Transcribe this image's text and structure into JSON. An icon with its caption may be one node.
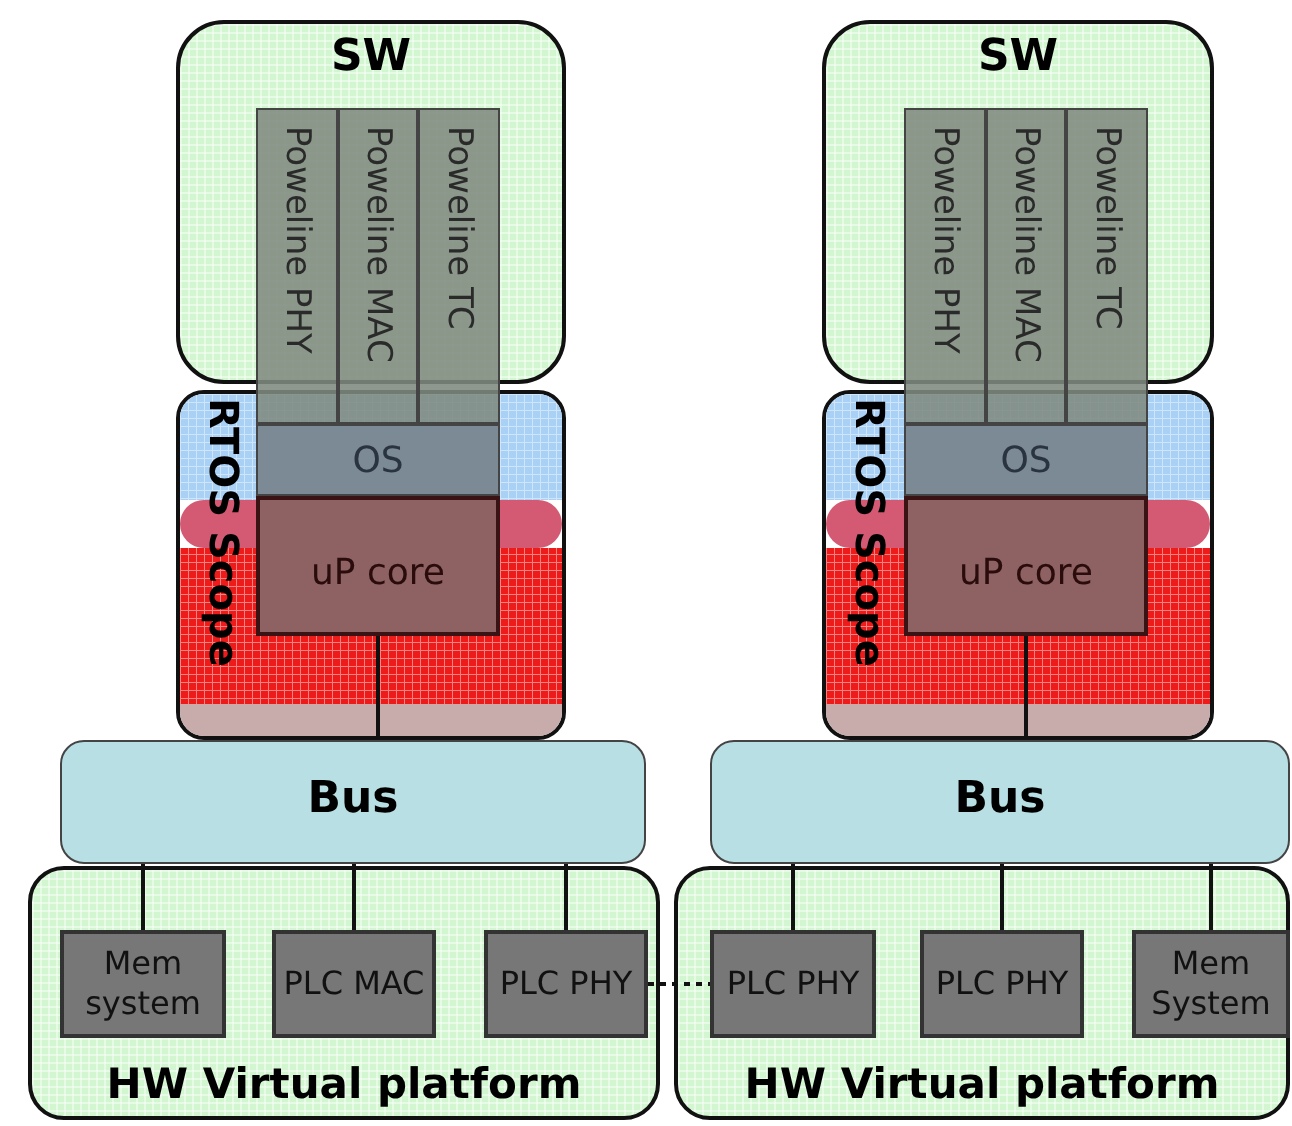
{
  "diagram": {
    "nodes": [
      {
        "text": [
          "SW"
        ]
      },
      {
        "text": [
          "Poweline PHY"
        ]
      },
      {
        "text": [
          "Poweline MAC"
        ]
      },
      {
        "text": [
          "Poweline TC"
        ]
      },
      {
        "text": [
          "RTOS Scope"
        ]
      },
      {
        "text": [
          "OS"
        ],
        "in": 4
      },
      {
        "text": [
          "uP core"
        ],
        "in": 4
      },
      {
        "text": [
          "Bus"
        ]
      },
      {
        "text": [
          "HW Virtual platform"
        ]
      },
      {
        "text": [
          "Mem system"
        ],
        "in": 8
      },
      {
        "text": [
          "PLC MAC"
        ],
        "in": 8
      },
      {
        "text": [
          "PLC PHY"
        ],
        "in": 8
      },
      {
        "text": [
          "SW"
        ]
      },
      {
        "text": [
          "Poweline PHY"
        ]
      },
      {
        "text": [
          "Poweline MAC"
        ]
      },
      {
        "text": [
          "Poweline TC"
        ]
      },
      {
        "text": [
          "RTOS Scope"
        ]
      },
      {
        "text": [
          "OS"
        ],
        "in": 16
      },
      {
        "text": [
          "uP core"
        ],
        "in": 16
      },
      {
        "text": [
          "Bus"
        ]
      },
      {
        "text": [
          "HW Virtual platform"
        ]
      },
      {
        "text": [
          "PLC PHY"
        ],
        "in": 20
      },
      {
        "text": [
          "PLC PHY"
        ],
        "in": 20
      },
      {
        "text": [
          "Mem System"
        ],
        "in": 20
      }
    ],
    "edges": [
      {
        "from": 6,
        "to": 7,
        "arrow": "none"
      },
      {
        "from": 7,
        "to": 9,
        "arrow": "none"
      },
      {
        "from": 7,
        "to": 10,
        "arrow": "none"
      },
      {
        "from": 7,
        "to": 11,
        "arrow": "none"
      },
      {
        "from": 18,
        "to": 19,
        "arrow": "none"
      },
      {
        "from": 19,
        "to": 21,
        "arrow": "none"
      },
      {
        "from": 19,
        "to": 22,
        "arrow": "none"
      },
      {
        "from": 19,
        "to": 23,
        "arrow": "none"
      },
      {
        "from": 11,
        "to": 21,
        "arrow": "none",
        "style": "dashed"
      }
    ]
  }
}
